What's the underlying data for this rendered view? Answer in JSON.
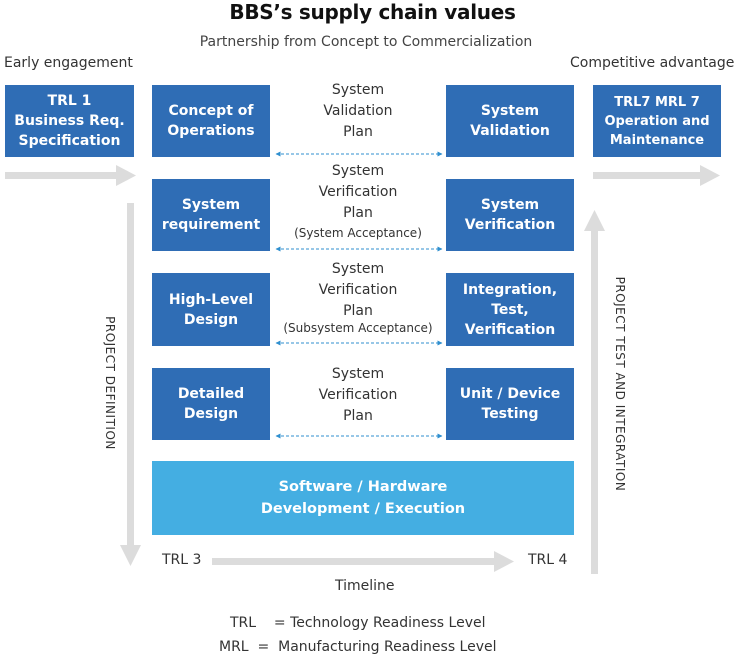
{
  "title": "BBS’s supply chain values",
  "subtitle": "Partnership from Concept to Commercialization",
  "corner_left": "Early  engagement",
  "corner_right": "Competitive advantage",
  "left_box": "TRL 1\nBusiness Req.\nSpecification",
  "right_box": "TRL7   MRL 7\nOperation and\nMaintenance",
  "left_column": [
    "Concept of\nOperations",
    "System\nrequirement",
    "High-Level\nDesign",
    "Detailed\nDesign"
  ],
  "right_column": [
    "System\nValidation",
    "System\nVerification",
    "Integration,\nTest,\nVerification",
    "Unit / Device\nTesting"
  ],
  "plans": [
    {
      "text": "System\nValidation\nPlan",
      "sub": ""
    },
    {
      "text": "System\nVerification\nPlan",
      "sub": "(System Acceptance)"
    },
    {
      "text": "System\nVerification\nPlan",
      "sub": "(Subsystem Acceptance)"
    },
    {
      "text": "System\nVerification\nPlan",
      "sub": ""
    }
  ],
  "bottom_box": "Software / Hardware\nDevelopment / Execution",
  "vertical_left": "PROJECT DEFINITION",
  "vertical_right": "PROJECT TEST AND INTEGRATION",
  "trl_start": "TRL 3",
  "trl_end": "TRL 4",
  "timeline": "Timeline",
  "legend": [
    {
      "abbr": "TRL",
      "sep": "    = ",
      "meaning": "Technology Readiness Level"
    },
    {
      "abbr": "MRL",
      "sep": "  =  ",
      "meaning": "Manufacturing Readiness Level"
    }
  ],
  "colors": {
    "box_dark": "#2f6db5",
    "box_light": "#44aee2",
    "arrow_grey": "#dcdcdc",
    "dashed_arrow": "#2f8fcf"
  }
}
